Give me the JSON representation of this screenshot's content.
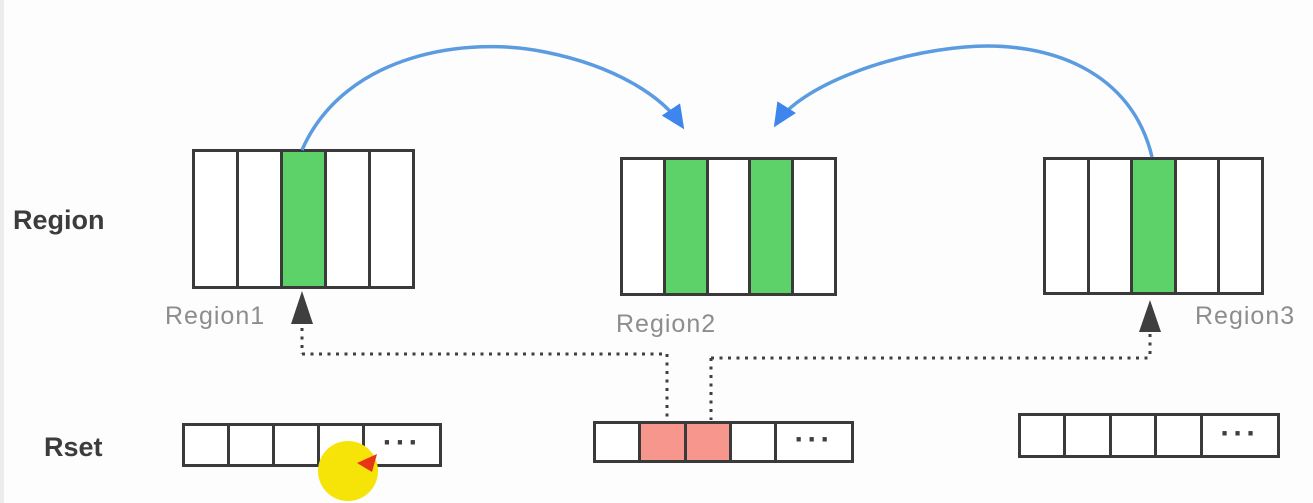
{
  "labels": {
    "row_region": "Region",
    "row_rset": "Rset"
  },
  "regions": [
    {
      "name": "Region1",
      "cell_count": 5,
      "highlighted": [
        2
      ]
    },
    {
      "name": "Region2",
      "cell_count": 5,
      "highlighted": [
        1,
        3
      ]
    },
    {
      "name": "Region3",
      "cell_count": 5,
      "highlighted": [
        2
      ]
    }
  ],
  "rsets": [
    {
      "cell_count": 4,
      "highlighted": [],
      "ellipsis": "···"
    },
    {
      "cell_count": 4,
      "highlighted": [
        1,
        2
      ],
      "ellipsis": "···"
    },
    {
      "cell_count": 4,
      "highlighted": [],
      "ellipsis": "···"
    }
  ],
  "connections": {
    "blue_arrows": [
      {
        "from": "Region1 green cell",
        "to": "Region2 first green cell"
      },
      {
        "from": "Region3 green cell",
        "to": "Region2 second green cell"
      }
    ],
    "dotted_links": [
      {
        "from": "Rset2 pink cell 1",
        "to": "Region1 green cell"
      },
      {
        "from": "Rset2 pink cell 2",
        "to": "Region3 green cell"
      }
    ]
  },
  "colors": {
    "background": "#fdfdfd",
    "box_border": "#3a3a3a",
    "green": "#5cd268",
    "pink": "#f7968c",
    "blue_line": "#5b9be0",
    "blue_arrow": "#3e86ee",
    "dotted": "#3f3f3f",
    "label_dark": "#3c3c3c",
    "label_gray": "#8d8d8d",
    "pointer_yellow": "#f6e409",
    "pointer_red": "#e63517"
  }
}
